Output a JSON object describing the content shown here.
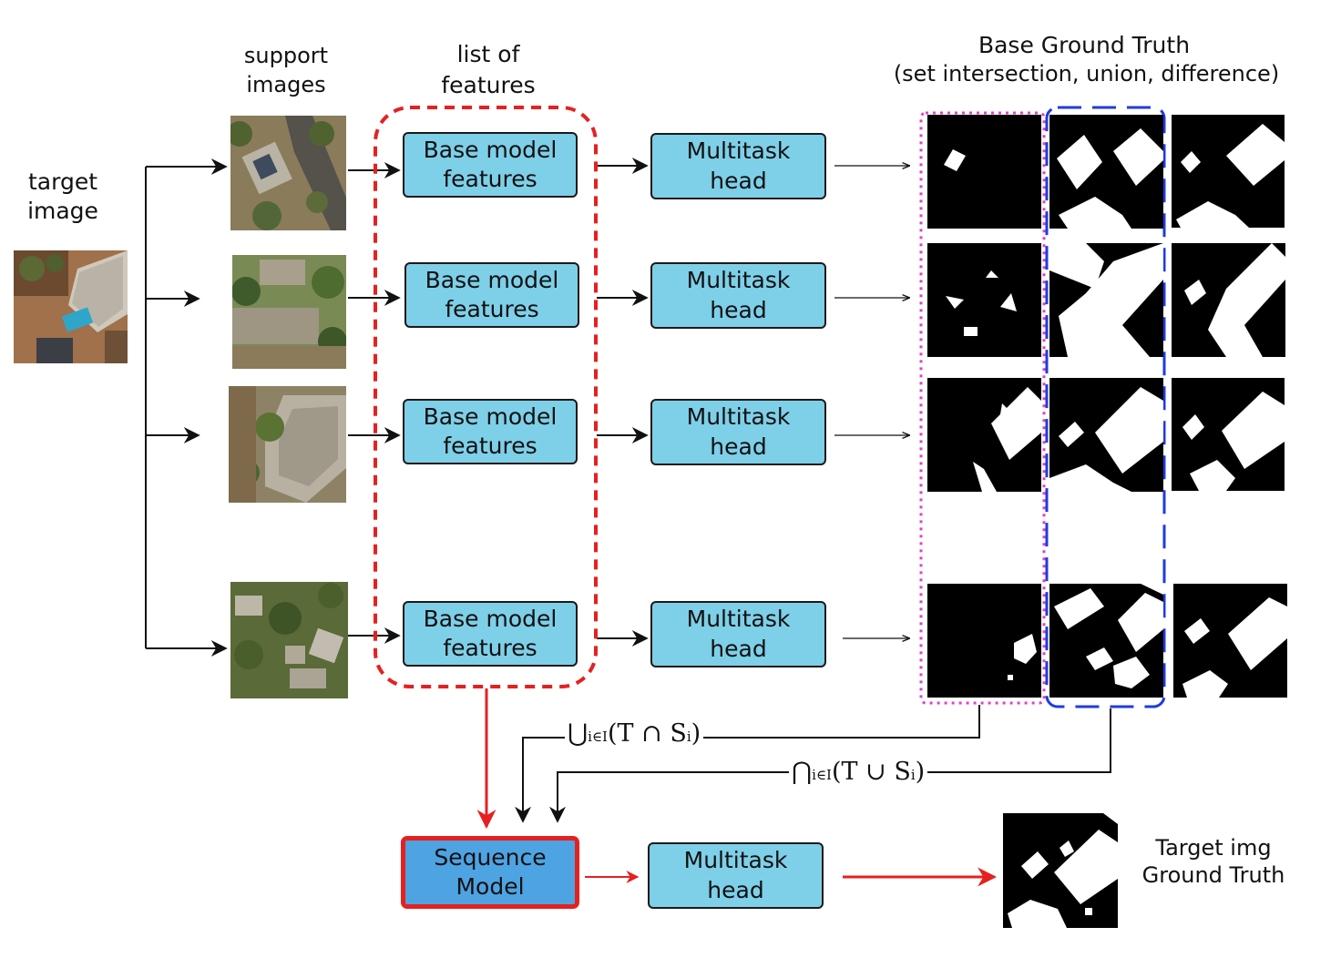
{
  "labels": {
    "target_image": [
      "target",
      "image"
    ],
    "support_images": [
      "support",
      "images"
    ],
    "list_of_features": [
      "list of",
      "features"
    ],
    "base_gt_title": "Base Ground Truth",
    "base_gt_subtitle": "(set intersection, union, difference)",
    "target_gt": [
      "Target img",
      "Ground Truth"
    ]
  },
  "boxes": {
    "base_model": [
      "Base model",
      "features"
    ],
    "multitask": [
      "Multitask",
      "head"
    ],
    "sequence": [
      "Sequence",
      "Model"
    ]
  },
  "formulas": {
    "union": {
      "op": "⋃",
      "sub": "i∈I",
      "body": "(T ∩ S",
      "sub2": "i",
      "close": ")"
    },
    "intersection": {
      "op": "⋂",
      "sub": "i∈I",
      "body": "(T ∪ S",
      "sub2": "i",
      "close": ")"
    }
  },
  "colors": {
    "box_fill": "#7ecfe8",
    "sequence_fill": "#4ea3e2",
    "red": "#e62020",
    "magenta": "#e040c8",
    "blue": "#1f3be0"
  },
  "rows": 4
}
